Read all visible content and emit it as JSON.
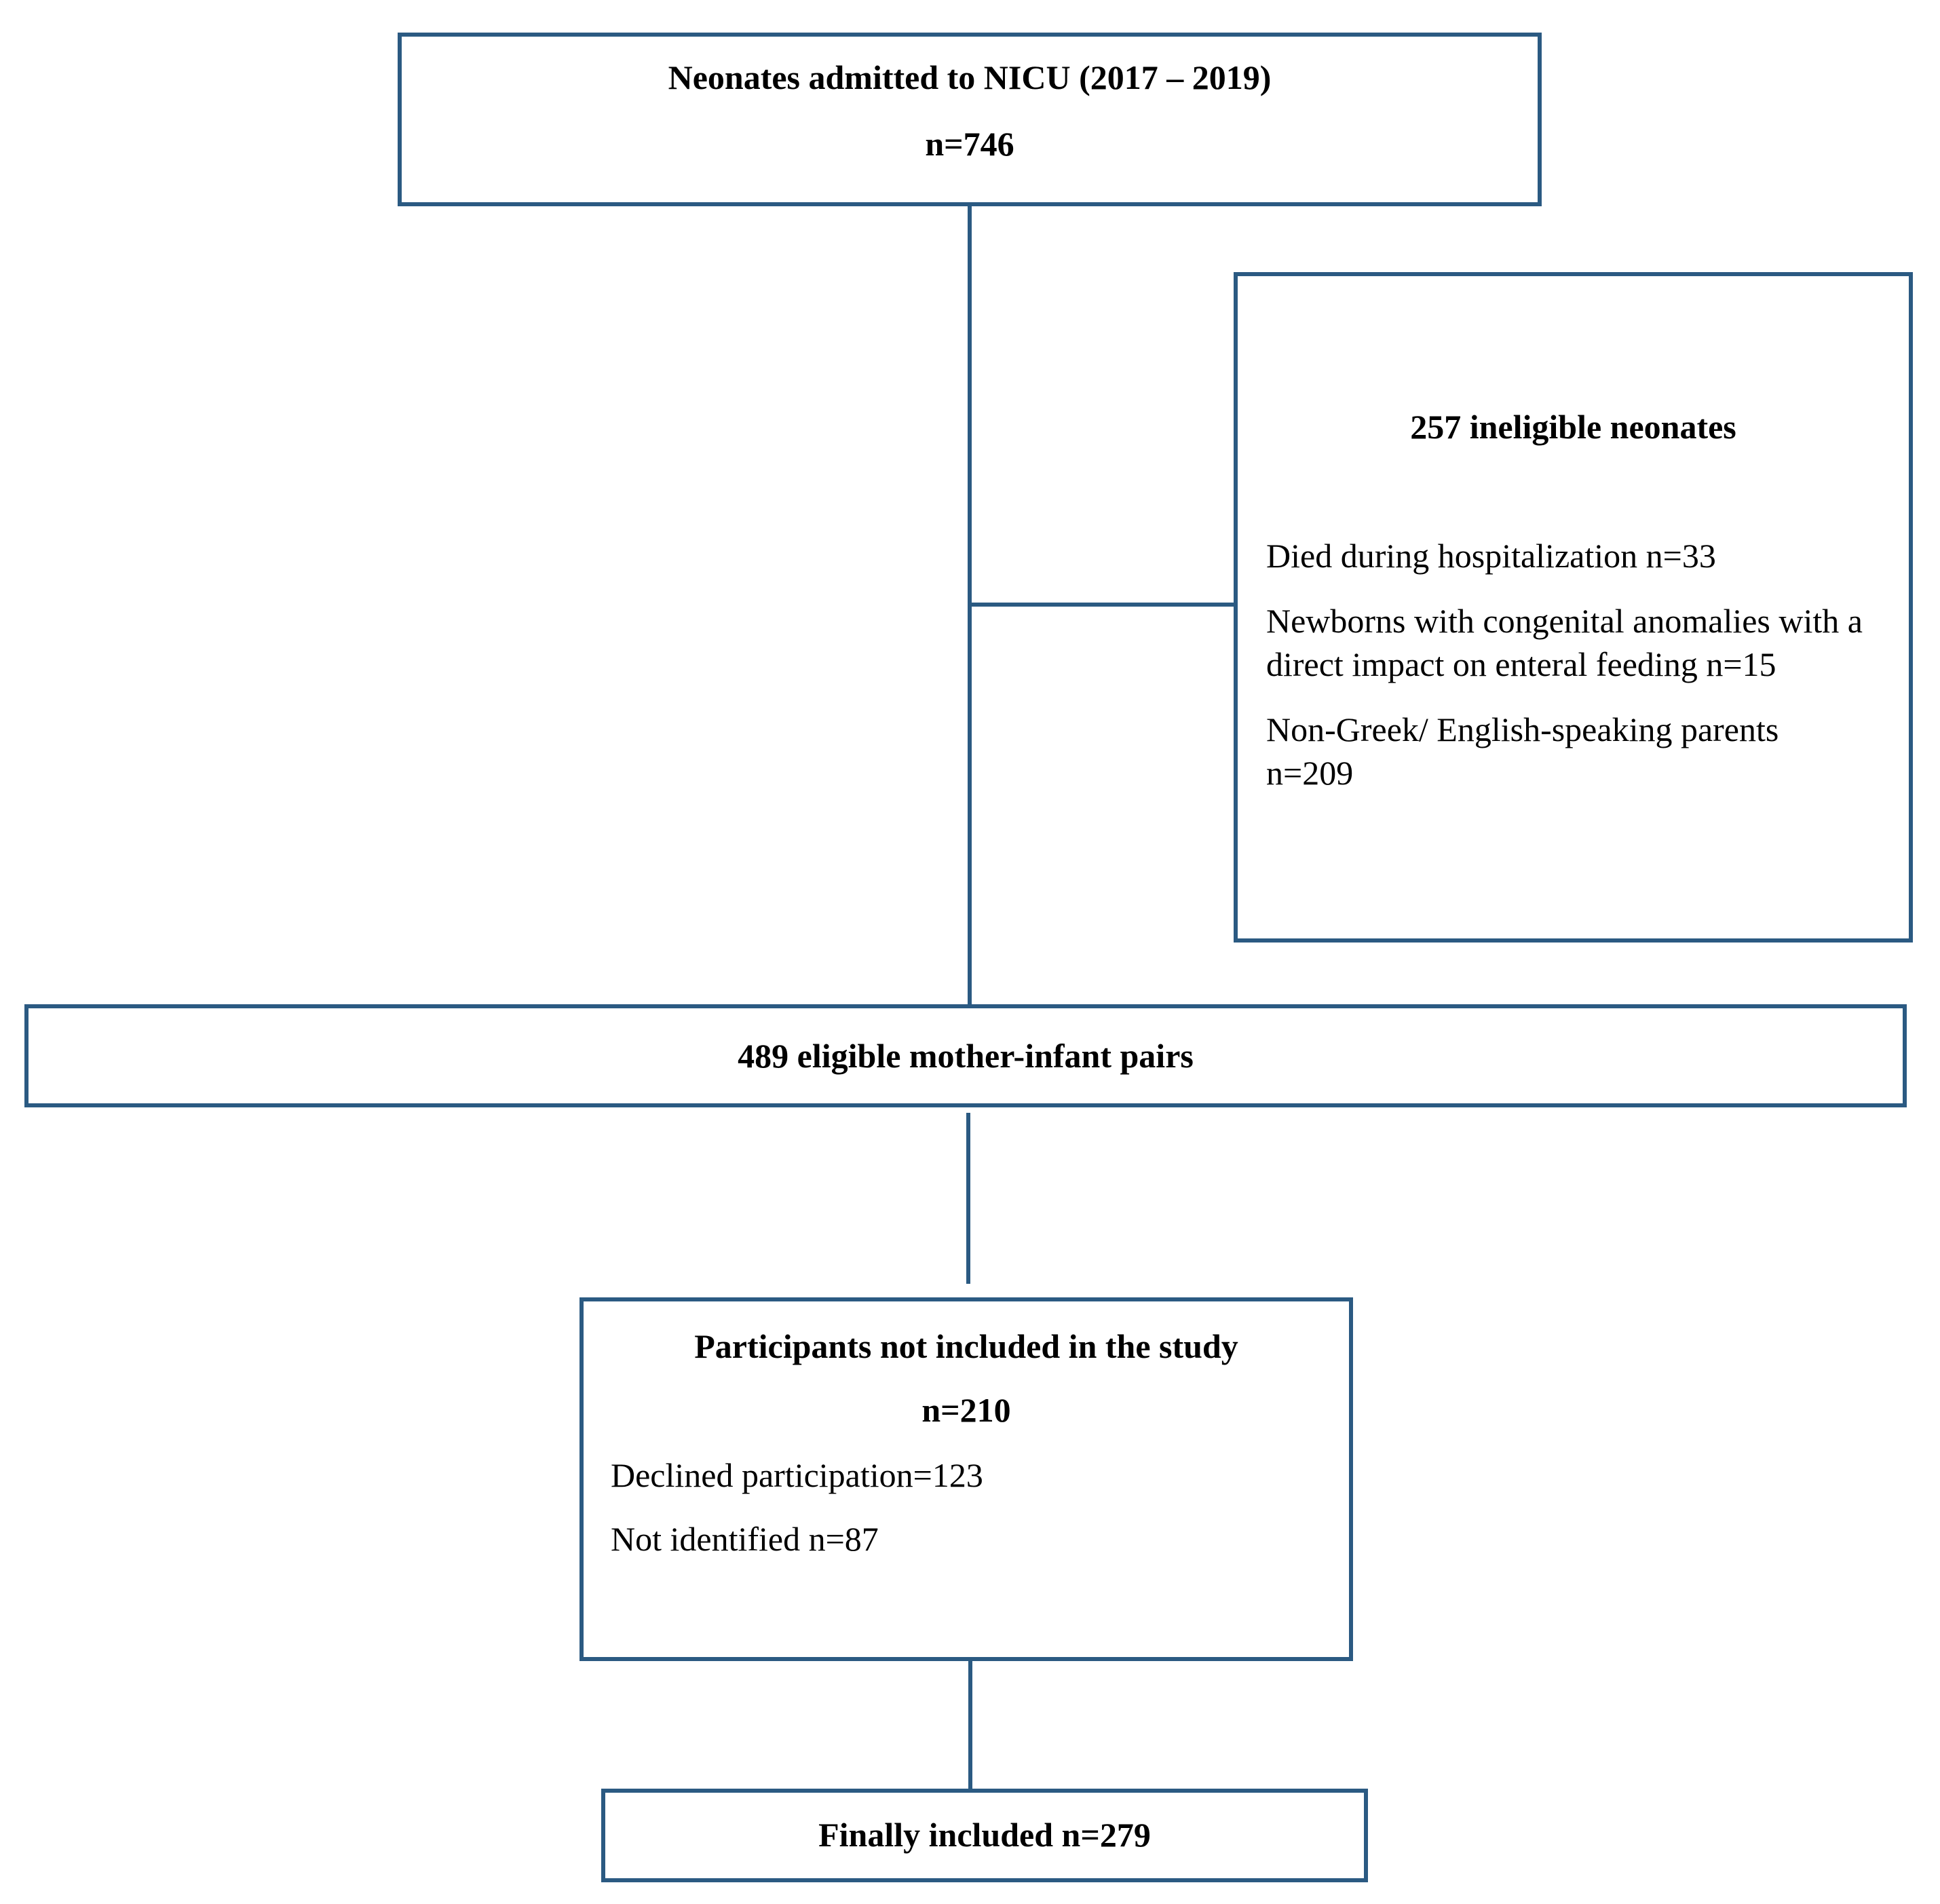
{
  "boxes": {
    "admitted": {
      "title": "Neonates admitted to NICU (2017 – 2019)",
      "count": "n=746"
    },
    "ineligible": {
      "title": "257 ineligible neonates",
      "items": [
        "Died during hospitalization n=33",
        "Newborns with congenital anomalies with a direct impact on enteral feeding n=15",
        "Non-Greek/ English-speaking parents n=209"
      ]
    },
    "eligible": {
      "title": "489 eligible mother-infant pairs"
    },
    "not_included": {
      "title": "Participants not included in the study",
      "count": "n=210",
      "items": [
        "Declined participation=123",
        "Not identified n=87"
      ]
    },
    "included": {
      "title": "Finally included n=279"
    }
  },
  "colors": {
    "border": "#2b5a82",
    "text": "#000000",
    "background": "#ffffff"
  }
}
